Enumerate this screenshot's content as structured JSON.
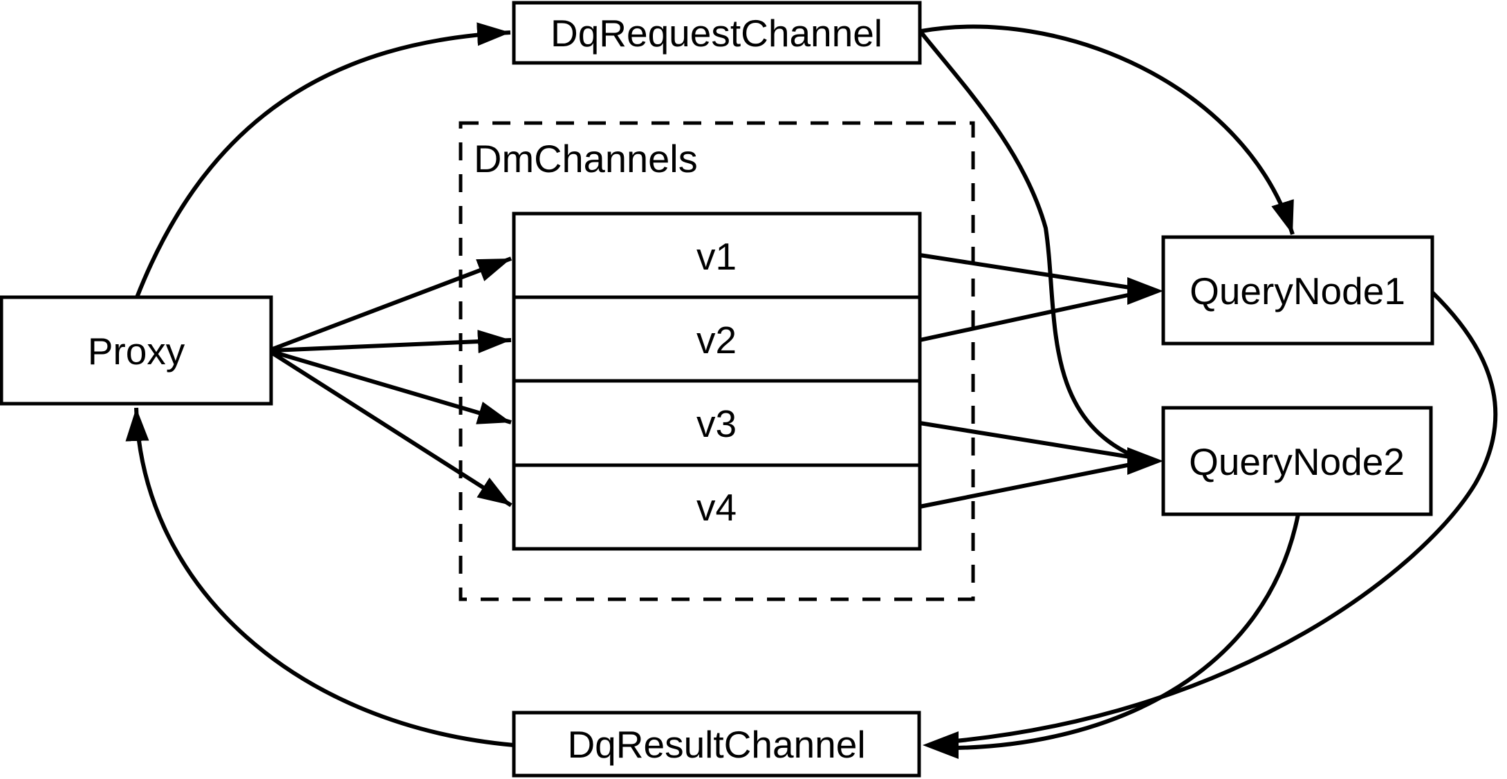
{
  "colors": {
    "background": "#ffffff",
    "stroke": "#000000",
    "text": "#000000"
  },
  "diagram": {
    "nodes": {
      "proxy": {
        "label": "Proxy"
      },
      "dq_request_channel": {
        "label": "DqRequestChannel"
      },
      "dm_channels_group": {
        "label": "DmChannels"
      },
      "channels": [
        {
          "label": "v1"
        },
        {
          "label": "v2"
        },
        {
          "label": "v3"
        },
        {
          "label": "v4"
        }
      ],
      "query_node1": {
        "label": "QueryNode1"
      },
      "query_node2": {
        "label": "QueryNode2"
      },
      "dq_result_channel": {
        "label": "DqResultChannel"
      }
    },
    "edges": [
      {
        "from": "Proxy",
        "to": "DqRequestChannel"
      },
      {
        "from": "Proxy",
        "to": "v1"
      },
      {
        "from": "Proxy",
        "to": "v2"
      },
      {
        "from": "Proxy",
        "to": "v3"
      },
      {
        "from": "Proxy",
        "to": "v4"
      },
      {
        "from": "v1",
        "to": "QueryNode1"
      },
      {
        "from": "v2",
        "to": "QueryNode1"
      },
      {
        "from": "v3",
        "to": "QueryNode2"
      },
      {
        "from": "v4",
        "to": "QueryNode2"
      },
      {
        "from": "DqRequestChannel",
        "to": "QueryNode1"
      },
      {
        "from": "DqRequestChannel",
        "to": "QueryNode2"
      },
      {
        "from": "QueryNode1",
        "to": "DqResultChannel"
      },
      {
        "from": "QueryNode2",
        "to": "DqResultChannel"
      },
      {
        "from": "DqResultChannel",
        "to": "Proxy"
      }
    ]
  }
}
